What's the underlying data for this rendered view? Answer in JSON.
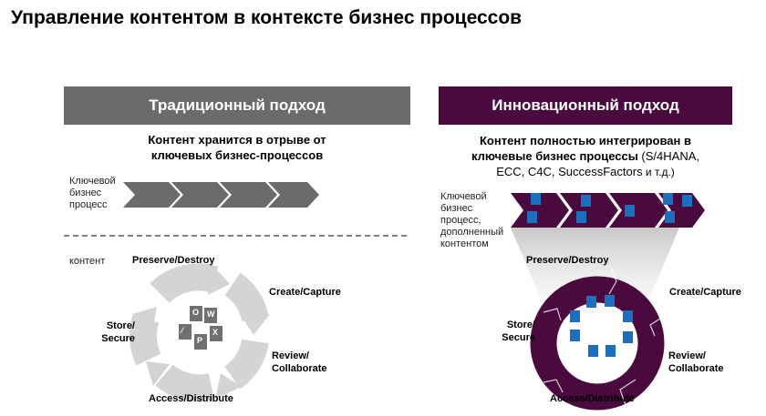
{
  "title": "Управление контентом в контексте бизнес процессов",
  "colors": {
    "traditional": "#6b6b6b",
    "innovative": "#4b0a3d",
    "icon_blue": "#1a6fbf",
    "icon_gray": "#707070"
  },
  "traditional": {
    "header": "Традиционный подход",
    "subtitle_lines": [
      "Контент хранится в отрыве от",
      "ключевых бизнес-процессов"
    ],
    "process_label_lines": [
      "Ключевой",
      "бизнес",
      "процесс"
    ],
    "content_label": "контент",
    "cycle": {
      "preserve": "Preserve/Destroy",
      "create": "Create/Capture",
      "review_1": "Review/",
      "review_2": "Collaborate",
      "access": "Access/Distribute",
      "store_1": "Store/",
      "store_2": "Secure"
    }
  },
  "innovative": {
    "header": "Инновационный подход",
    "subtitle_lines": [
      "Контент полностью интегрирован в",
      "ключевые бизнес процессы",
      " (S/4HANA,",
      "ECC, C4C, SuccessFactors",
      " и т.д.)"
    ],
    "process_label_lines": [
      "Ключевой",
      "бизнес",
      "процесс,",
      "дополненный",
      "контентом"
    ],
    "cycle": {
      "preserve": "Preserve/Destroy",
      "create": "Create/Capture",
      "review_1": "Review/",
      "review_2": "Collaborate",
      "access": "Access/Distribute",
      "store_1": "Store/",
      "store_2": "Secure"
    }
  }
}
